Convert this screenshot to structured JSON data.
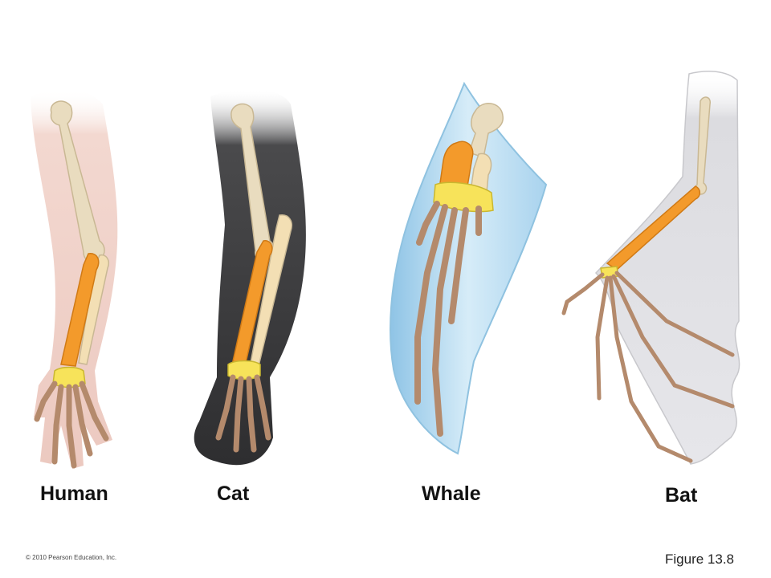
{
  "labels": {
    "human": "Human",
    "cat": "Cat",
    "whale": "Whale",
    "bat": "Bat"
  },
  "copyright": "© 2010 Pearson Education, Inc.",
  "figure": "Figure 13.8",
  "colors": {
    "humerus": "#e9dcbf",
    "radius": "#f39a2b",
    "ulna": "#f3dfb4",
    "carpals": "#f7e35a",
    "digits": "#b48a6c",
    "human_skin": "#f2d6cf",
    "cat_fur": "#3c3c3e",
    "whale_flipper": "#bfe0f2",
    "bat_wing": "#e3e3e6"
  }
}
